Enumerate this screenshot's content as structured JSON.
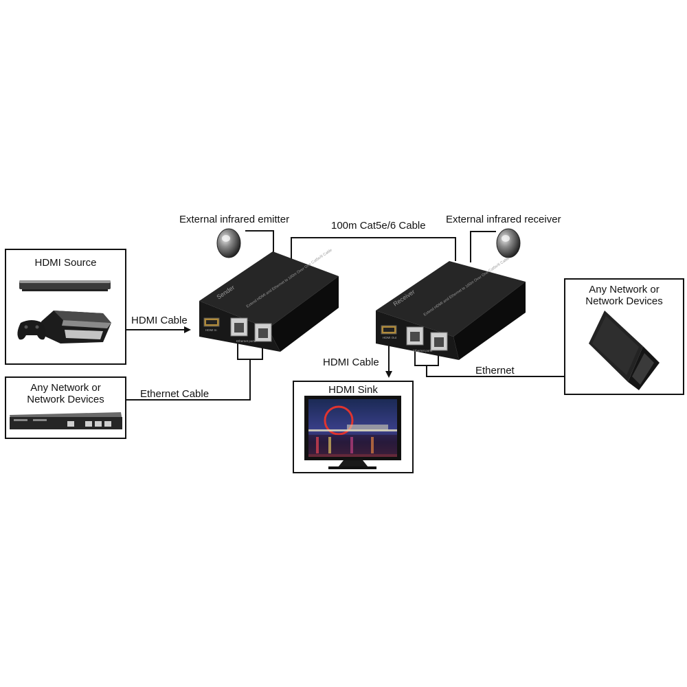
{
  "labels": {
    "ir_emitter": "External infrared emitter",
    "ir_receiver": "External infrared receiver",
    "cat_cable": "100m Cat5e/6 Cable",
    "hdmi_cable_in": "HDMI Cable",
    "hdmi_cable_out": "HDMI Cable",
    "ethernet_cable": "Ethernet Cable",
    "ethernet": "Ethernet"
  },
  "boxes": {
    "hdmi_source": "HDMI Source",
    "network_left": "Any Network or\nNetwork Devices",
    "hdmi_sink": "HDMI Sink",
    "network_right": "Any Network or\nNetwork Devices"
  },
  "devices": {
    "sender": {
      "name": "Sender",
      "caption": "Extend HDMI and Ethernet to 100m Over One Cat5e/6 Cable",
      "hdmi_port": "HDMI In",
      "eth_ports": "Ethernet ports"
    },
    "receiver": {
      "name": "Receiver",
      "caption": "Extend HDMI and Ethernet to 100m Over One Cat5e/6 Cable",
      "hdmi_port": "HDMI Out",
      "eth_ports": "Ethernet ports"
    }
  },
  "colors": {
    "line": "#111111",
    "device": "#141414",
    "port": "#d7d7d7"
  }
}
